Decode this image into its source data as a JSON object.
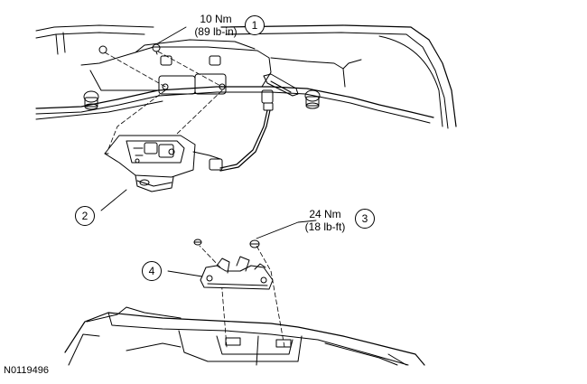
{
  "callouts": [
    {
      "number": "1",
      "torque_nm": "10 Nm",
      "torque_imperial": "(89 lb-in)"
    },
    {
      "number": "2"
    },
    {
      "number": "3",
      "torque_nm": "24 Nm",
      "torque_imperial": "(18 lb-ft)"
    },
    {
      "number": "4"
    }
  ],
  "figure_id": "N0119496"
}
